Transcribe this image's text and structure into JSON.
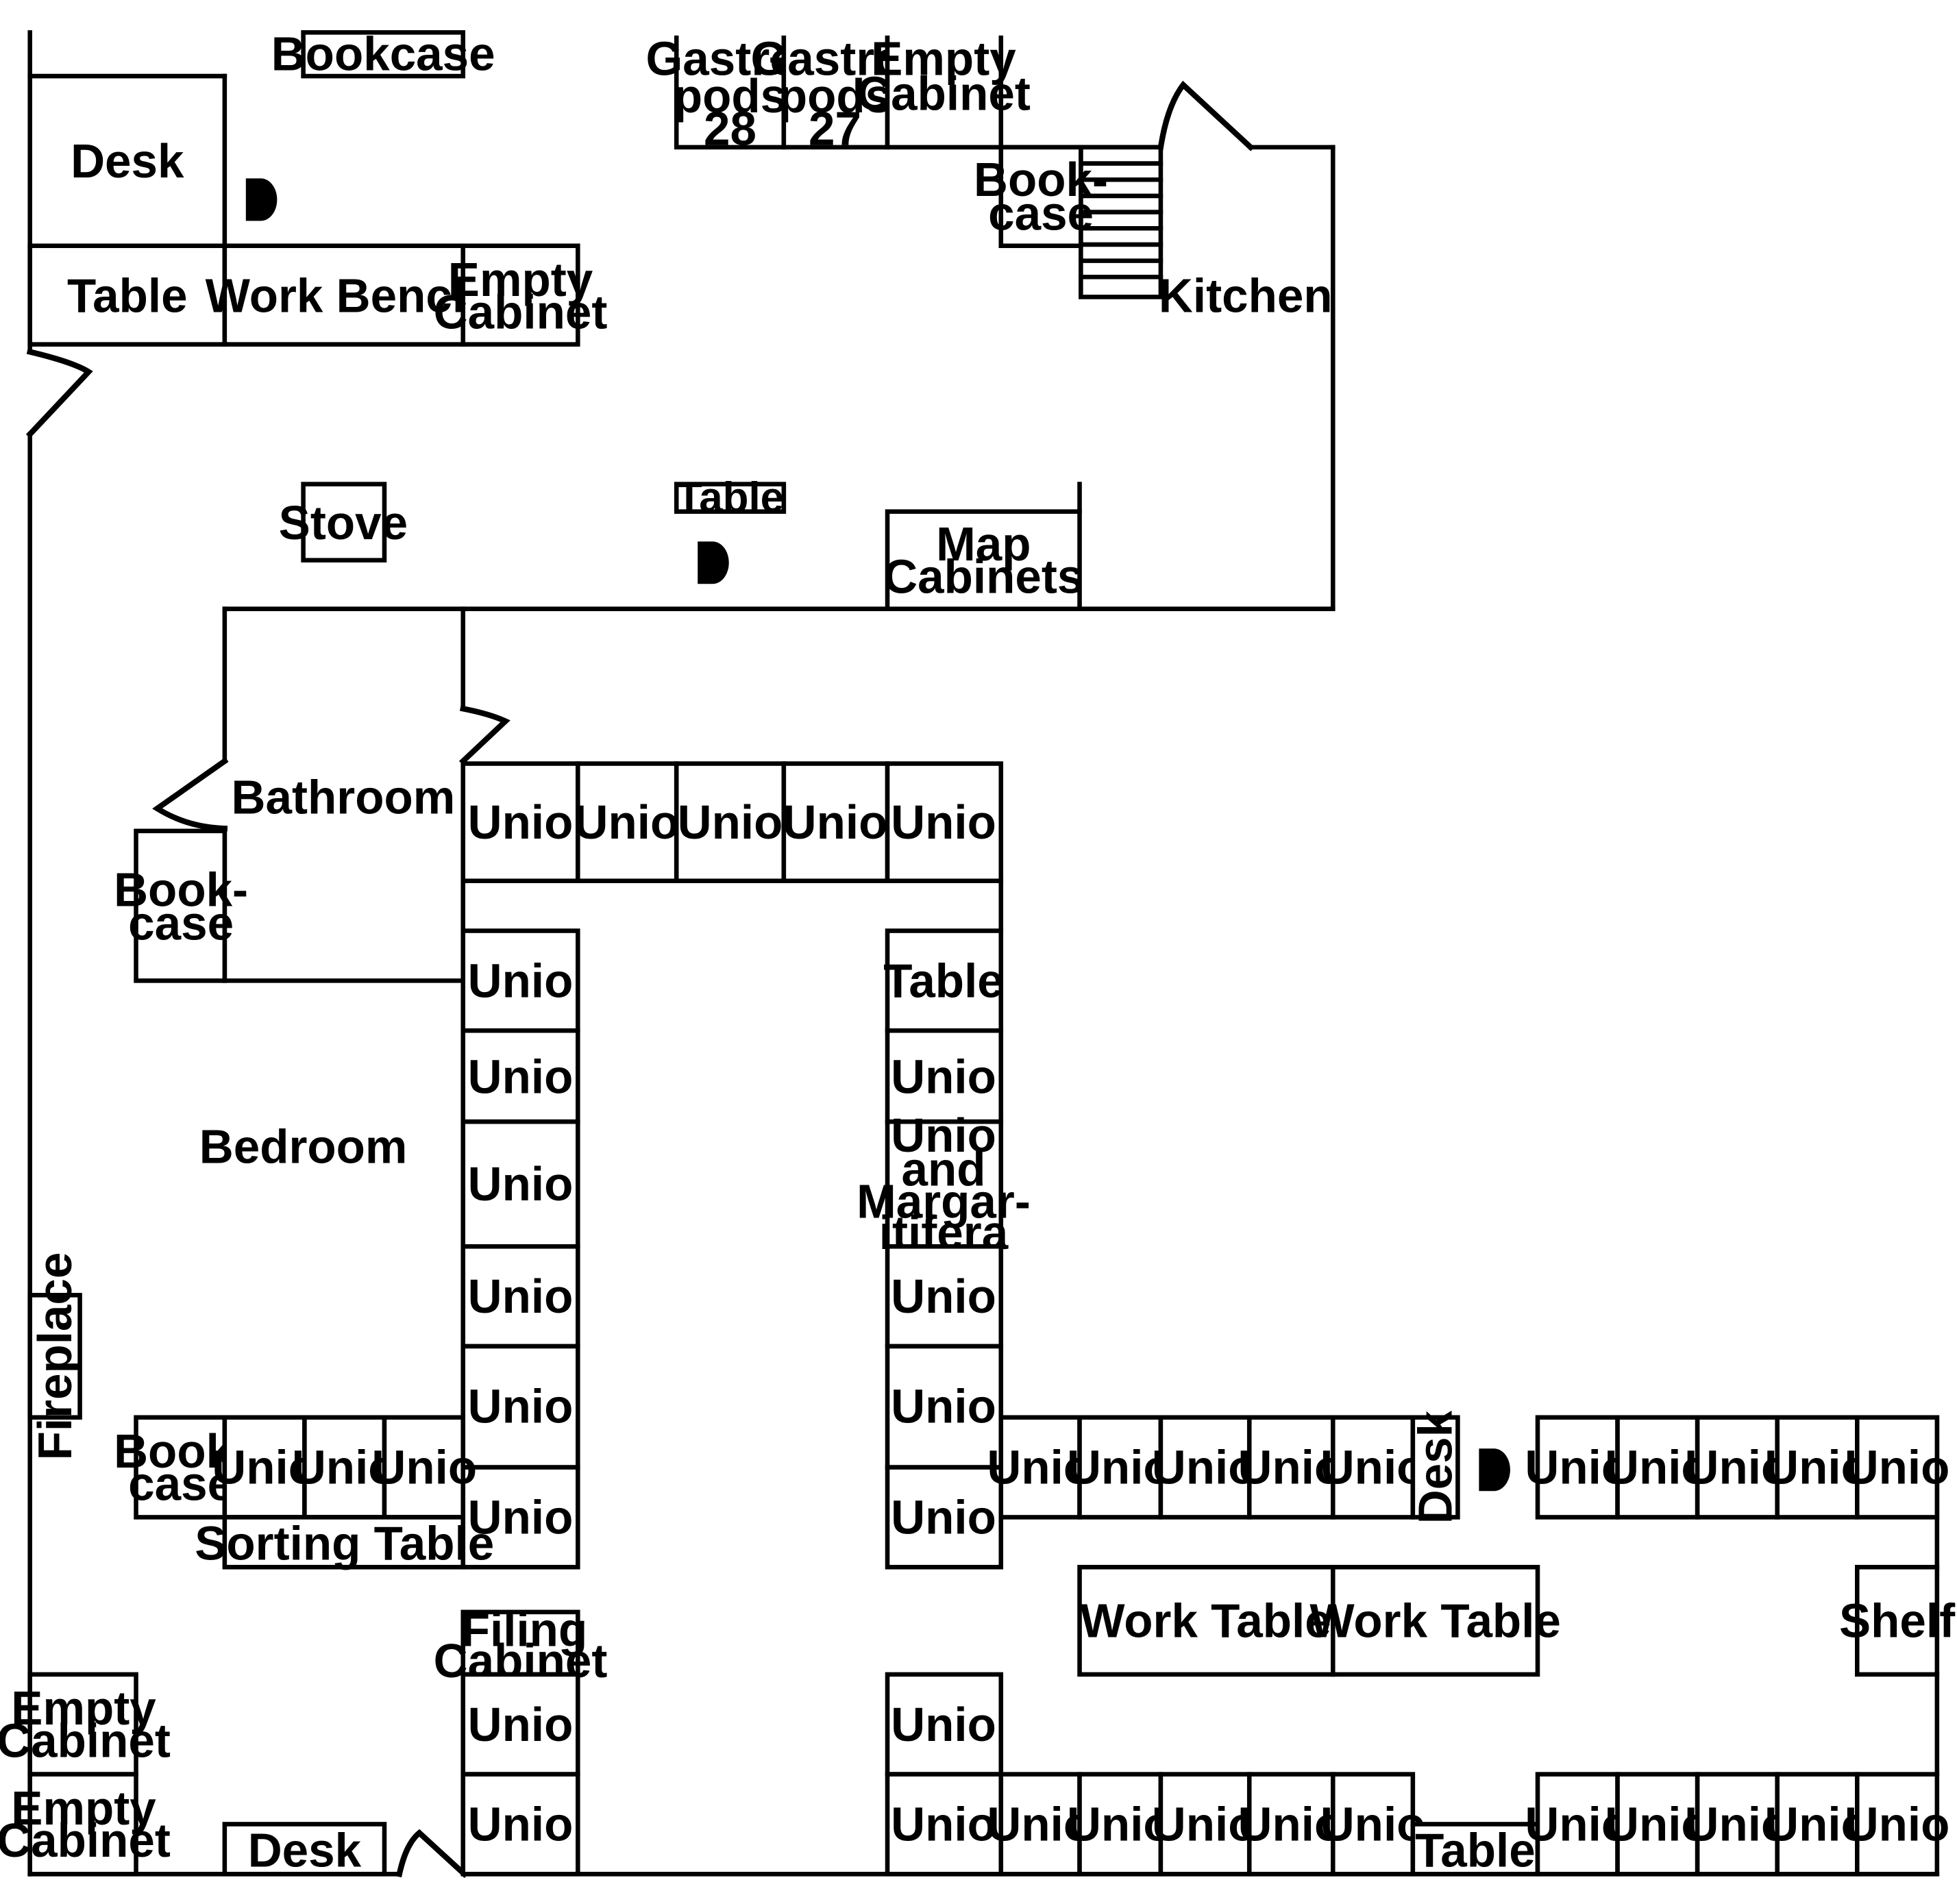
{
  "colors": {
    "line": "#000000",
    "background": "#ffffff"
  },
  "icons": {
    "seat": "seat-icon",
    "door": "door-swing-icon",
    "stairs": "stairs-icon"
  },
  "labels": {
    "bookcase_top": "Bookcase",
    "desk_top": "Desk",
    "table_nw": "Table",
    "work_bench": "Work Bench",
    "empty_cabinet_nw": [
      "Empty",
      "Cabinet"
    ],
    "gastropods_28": [
      "Gastro-",
      "pods",
      "28"
    ],
    "gastropods_27": [
      "Gastro-",
      "pods",
      "27"
    ],
    "empty_cabinet_top": [
      "Empty",
      "Cabinet"
    ],
    "bookcase_kitchen": [
      "Book-",
      "case"
    ],
    "kitchen": "Kitchen",
    "stove": "Stove",
    "table_mid": "Table",
    "map_cabinets": [
      "Map",
      "Cabinets"
    ],
    "bathroom": "Bathroom",
    "bookcase_bathroom": [
      "Book-",
      "case"
    ],
    "bedroom": "Bedroom",
    "fireplace": "Fireplace",
    "unio": "Unio",
    "table_right_col": "Table",
    "unio_margaritifera": [
      "Unio",
      "and",
      "Margar-",
      "itifera"
    ],
    "bookcase_sw": [
      "Book-",
      "case"
    ],
    "sorting_table": "Sorting Table",
    "filing_cabinet": [
      "Filing",
      "Cabinet"
    ],
    "empty_cabinet_sw1": [
      "Empty",
      "Cabinet"
    ],
    "empty_cabinet_sw2": [
      "Empty",
      "Cabinet"
    ],
    "desk_bottom": "Desk",
    "desk_vertical": "Desk",
    "work_table_1": "Work Table",
    "work_table_2": "Work Table",
    "shelf": "Shelf",
    "table_bottom": "Table"
  }
}
